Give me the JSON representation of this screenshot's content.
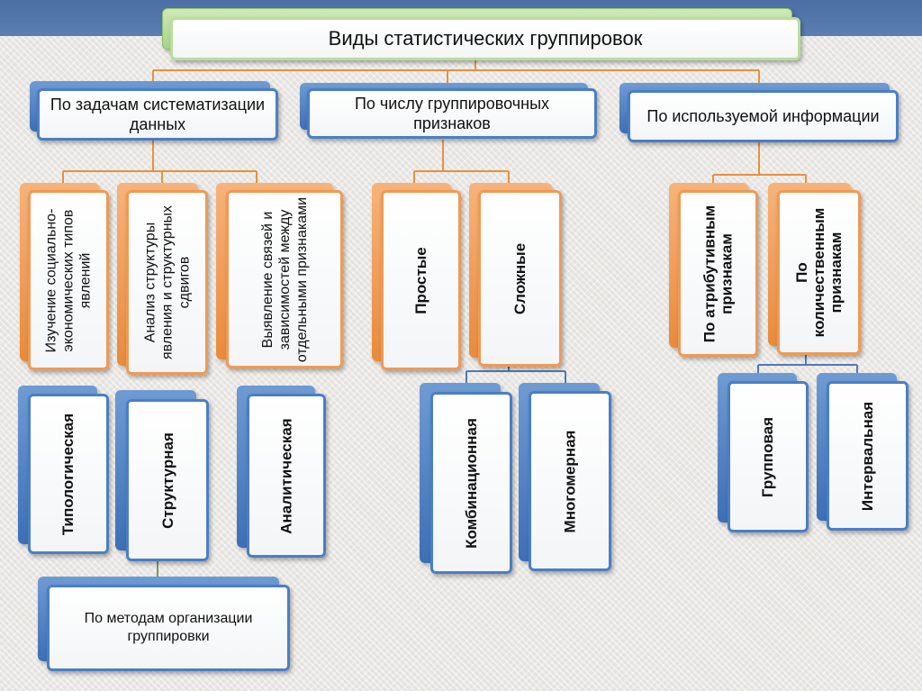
{
  "title": "Виды статистических группировок",
  "categories": [
    {
      "label": "По задачам систематизации данных"
    },
    {
      "label": "По числу группировочных признаков"
    },
    {
      "label": "По используемой информации"
    }
  ],
  "tasks": [
    {
      "label": "Изучение социально- экономических типов явлений",
      "type": "Типологическая"
    },
    {
      "label": "Анализ структуры явления и структурных сдвигов",
      "type": "Структурная"
    },
    {
      "label": "Выявление связей и зависимостей между отдельными признаками",
      "type": "Аналитическая"
    }
  ],
  "count": [
    {
      "label": "Простые"
    },
    {
      "label": "Сложные"
    }
  ],
  "complex_types": [
    {
      "label": "Комбинационная"
    },
    {
      "label": "Многомерная"
    }
  ],
  "info": [
    {
      "label": "По атрибутивным признакам"
    },
    {
      "label": "По количественным признакам"
    }
  ],
  "quant_types": [
    {
      "label": "Групповая"
    },
    {
      "label": "Интервальная"
    }
  ],
  "method": {
    "label": "По методам организации группировки"
  }
}
